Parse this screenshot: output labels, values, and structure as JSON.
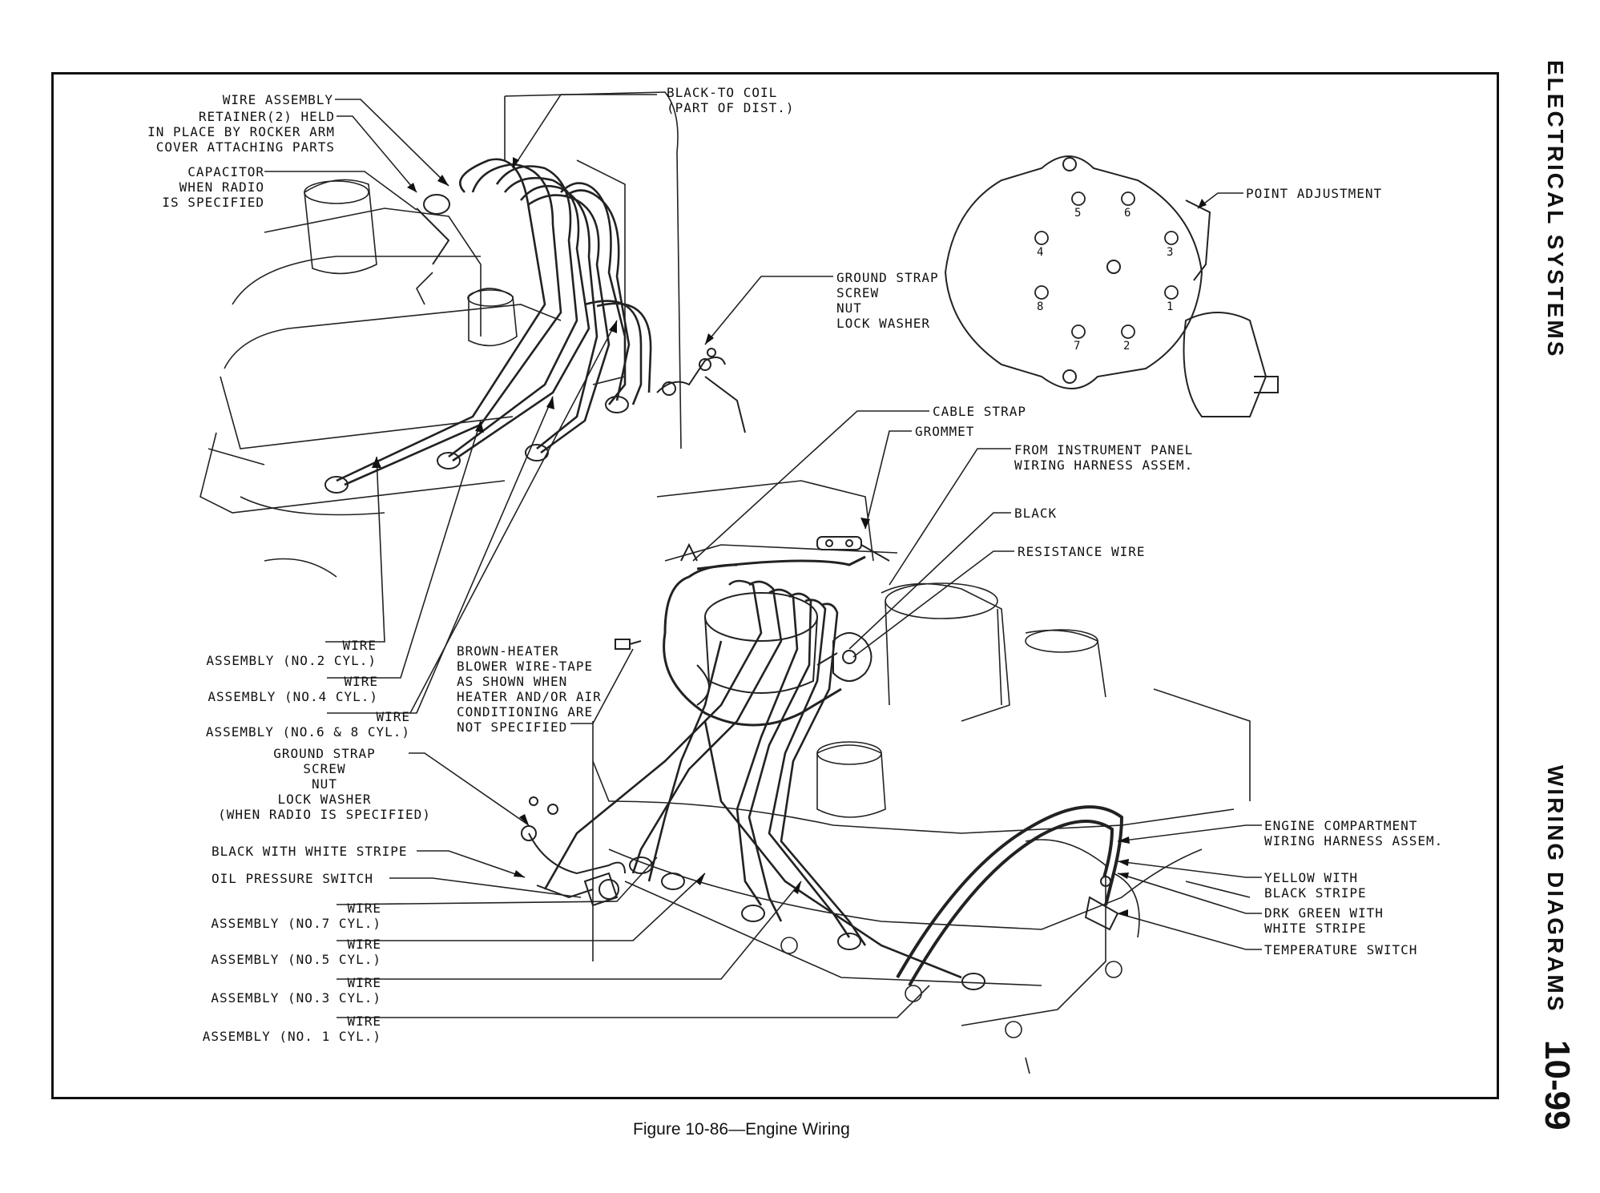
{
  "side_headers": {
    "section": "ELECTRICAL SYSTEMS",
    "subsection": "WIRING DIAGRAMS",
    "page_number": "10-99"
  },
  "caption": "Figure 10-86—Engine Wiring",
  "labels": {
    "wire_assembly": "WIRE ASSEMBLY",
    "retainer": "RETAINER(2) HELD\nIN PLACE BY ROCKER ARM\nCOVER ATTACHING PARTS",
    "capacitor": "CAPACITOR\nWHEN RADIO\nIS SPECIFIED",
    "black_to_coil": "BLACK-TO COIL\n(PART OF DIST.)",
    "point_adjustment": "POINT ADJUSTMENT",
    "ground_strap_top": "GROUND STRAP\nSCREW\nNUT\nLOCK WASHER",
    "cable_strap": "CABLE STRAP",
    "grommet": "GROMMET",
    "from_instrument_panel": "FROM INSTRUMENT PANEL\nWIRING HARNESS ASSEM.",
    "black": "BLACK",
    "resistance_wire": "RESISTANCE WIRE",
    "wire_no2": "WIRE\nASSEMBLY (NO.2 CYL.)",
    "wire_no4": "WIRE\nASSEMBLY (NO.4 CYL.)",
    "wire_no6_8": "WIRE\nASSEMBLY (NO.6 & 8 CYL.)",
    "brown_heater": "BROWN-HEATER\nBLOWER WIRE-TAPE\nAS SHOWN WHEN\nHEATER AND/OR AIR\nCONDITIONING ARE\nNOT SPECIFIED",
    "ground_strap_bottom": "GROUND STRAP\nSCREW\nNUT\nLOCK WASHER\n(WHEN RADIO IS SPECIFIED)",
    "black_white_stripe": "BLACK WITH WHITE STRIPE",
    "oil_pressure_switch": "OIL PRESSURE SWITCH",
    "wire_no7": "WIRE\nASSEMBLY (NO.7 CYL.)",
    "wire_no5": "WIRE\nASSEMBLY (NO.5 CYL.)",
    "wire_no3": "WIRE\nASSEMBLY (NO.3 CYL.)",
    "wire_no1": "WIRE\nASSEMBLY (NO. 1 CYL.)",
    "engine_harness": "ENGINE COMPARTMENT\nWIRING HARNESS ASSEM.",
    "yellow_black": "YELLOW WITH\nBLACK STRIPE",
    "green_white": "DRK GREEN WITH\nWHITE STRIPE",
    "temperature_switch": "TEMPERATURE SWITCH"
  },
  "distributor_terminals": [
    "5",
    "6",
    "4",
    "3",
    "8",
    "1",
    "7",
    "2"
  ]
}
